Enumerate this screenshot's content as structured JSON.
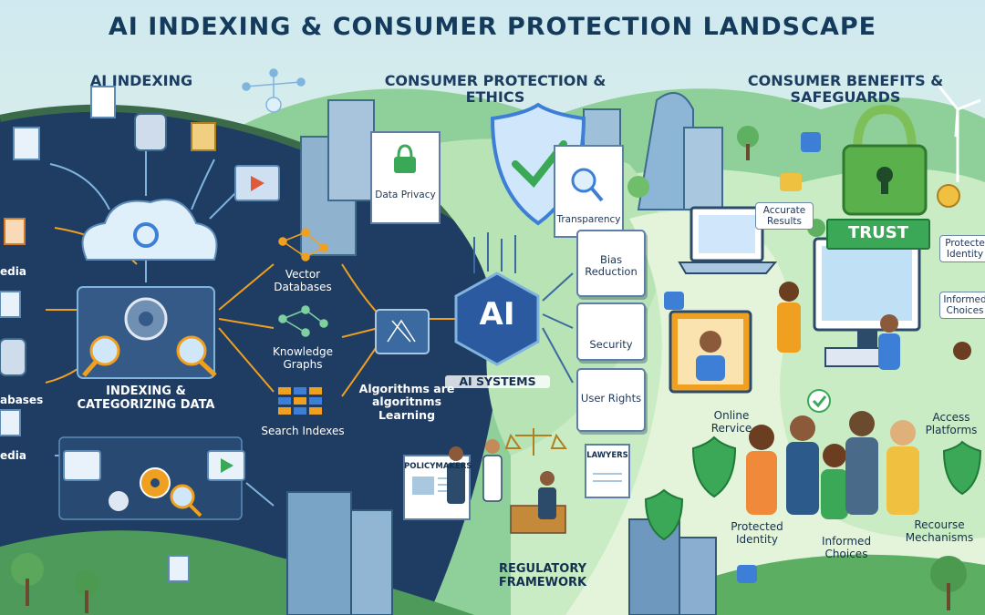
{
  "title": "AI INDEXING & CONSUMER PROTECTION LANDSCAPE",
  "sections": {
    "ai_indexing": "AI INDEXING",
    "consumer_protection": "CONSUMER PROTECTION & ETHICS",
    "consumer_benefits": "CONSUMER BENEFITS & SAFEGUARDS"
  },
  "indexing": {
    "side_labels": [
      "edia",
      "abases",
      "edia"
    ],
    "main_label": "INDEXING & CATEGORIZING DATA",
    "stores": [
      "Vector Databases",
      "Knowledge Graphs",
      "Search Indexes"
    ],
    "algorithms": "Algorithms are algoritnms Learning"
  },
  "protection": {
    "data_privacy": "Data Privacy",
    "transparency": "Transparency",
    "ai_core": "AI",
    "ai_systems": "AI SYSTEMS",
    "items": [
      "Bias Reduction",
      "Security",
      "User Rights"
    ],
    "policymakers": "POLICYMAKERS",
    "lawyers": "LAWYERS",
    "regulatory": "REGULATORY FRAMEWORK"
  },
  "benefits": {
    "trust": "TRUST",
    "accurate": "Accurate Results",
    "protected_identity_card": "Protecte Identity",
    "informed_card": "Informed Choices",
    "online_service": "Online Rervice",
    "access_platforms": "Access Platforms",
    "protected_identity": "Protected Identity",
    "informed_choices": "Informed Choices",
    "recourse": "Recourse Mechanisms"
  },
  "colors": {
    "navy": "#1c3a5e",
    "panel": "#2b4d75",
    "accent_blue": "#3d7fd6",
    "green": "#3aa856",
    "orange": "#f0a020"
  }
}
